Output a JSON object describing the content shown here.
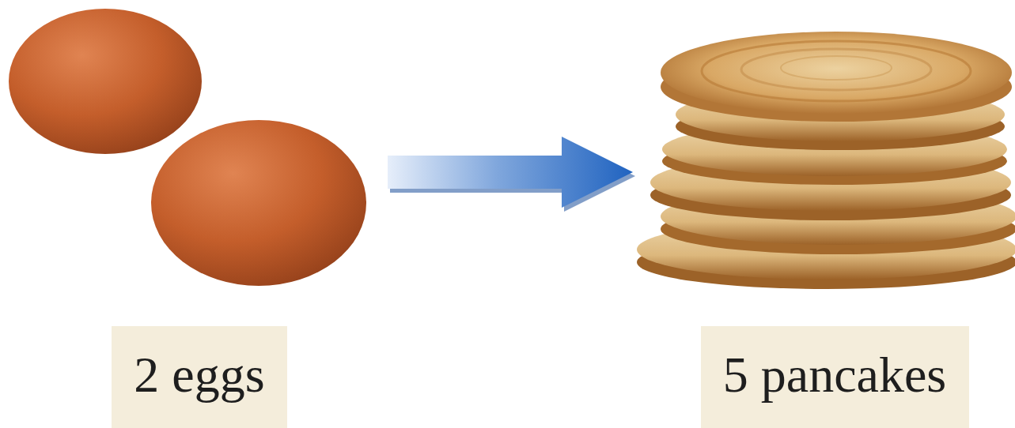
{
  "diagram": {
    "nodes": [
      {
        "text": [
          "2 eggs"
        ]
      },
      {
        "text": [
          "5 pancakes"
        ]
      }
    ],
    "edges": [
      {
        "from": 0,
        "to": 1,
        "arrow": "to"
      }
    ]
  }
}
